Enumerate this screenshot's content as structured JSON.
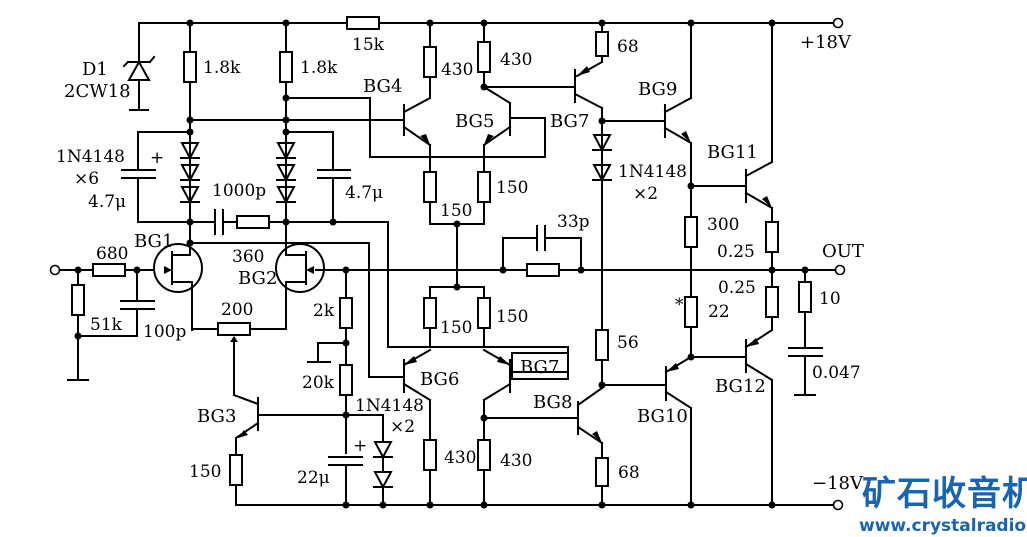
{
  "diagram": {
    "type": "circuit-schematic",
    "supply_positive": "+18V",
    "supply_negative": "−18V",
    "output_label": "OUT",
    "zener": {
      "ref": "D1",
      "part": "2CW18"
    },
    "diode_string_1": {
      "part": "1N4148",
      "count": "×6"
    },
    "diode_string_2": {
      "part": "1N4148",
      "count": "×2"
    },
    "diode_string_3": {
      "part": "1N4148",
      "count": "×2"
    },
    "transistors": [
      "BG1",
      "BG2",
      "BG3",
      "BG4",
      "BG5",
      "BG6",
      "BG7",
      "BG8",
      "BG9",
      "BG10",
      "BG11",
      "BG12"
    ],
    "bg7_box_label": "BG7",
    "resistors": {
      "r_input_series": "680",
      "r_input_shunt": "51k",
      "r_top_left": "1.8k",
      "r_top_mid": "1.8k",
      "r_15k": "15k",
      "r_jfet_link": "360",
      "r_source_pot": "200",
      "r_bg3_emitter": "150",
      "r_2k": "2k",
      "r_20k_bias": "20k",
      "r_bg4_collector": "430",
      "r_bg5_collector": "430",
      "r_bg4_emitter": "150",
      "r_bg5_emitter": "150",
      "r_tail_top": "150",
      "r_bg6_emitter": "150",
      "r_bg7_emitter": "150",
      "r_bg6_collector": "430",
      "r_bg7_collector": "430",
      "r_feedback": "20k",
      "r_bg7vas_emitter": "68",
      "r_bg8_emitter": "68",
      "r_56": "56",
      "r_300": "300",
      "r_22": "22",
      "r_22_mark": "*",
      "r_emitter_top": "0.25",
      "r_emitter_bottom": "0.25",
      "r_zobel": "10"
    },
    "capacitors": {
      "c_input": "100p",
      "c_left_bypass": "4.7μ",
      "c_right_bypass": "4.7μ",
      "c_1000p": "1000p",
      "c_feedback": "33p",
      "c_bias": "22μ",
      "c_zobel": "0.047"
    },
    "polarity_plus": "+"
  },
  "watermark": {
    "title": "矿石收音机",
    "url": "www.crystalradio.cn"
  }
}
